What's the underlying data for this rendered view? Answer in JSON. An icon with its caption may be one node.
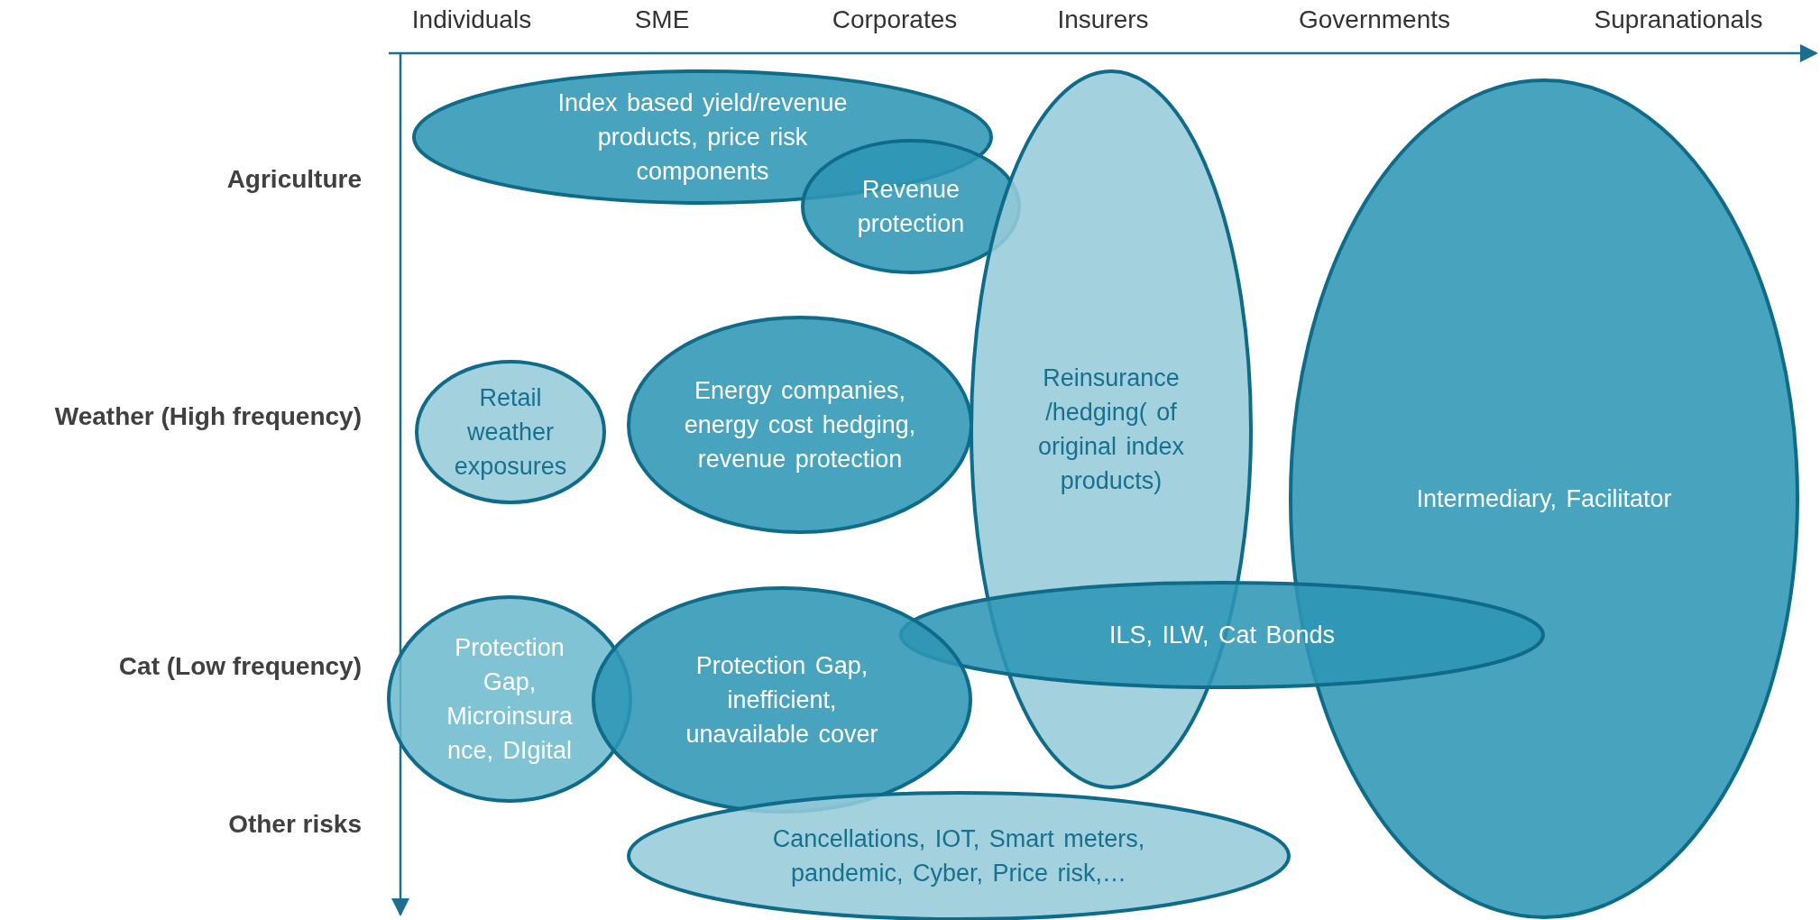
{
  "diagram": {
    "nodes": [
      {
        "text": [
          "Index based yield/revenue products, price risk components"
        ]
      },
      {
        "text": [
          "Revenue protection"
        ]
      },
      {
        "text": [
          "Reinsurance /hedging( of original index products)"
        ]
      },
      {
        "text": [
          "Intermediary, Facilitator"
        ]
      },
      {
        "text": [
          "Retail weather exposures"
        ]
      },
      {
        "text": [
          "Energy companies, energy cost hedging, revenue protection"
        ]
      },
      {
        "text": [
          "ILS, ILW, Cat Bonds"
        ]
      },
      {
        "text": [
          "Protection Gap, Microinsurance, DIgital"
        ]
      },
      {
        "text": [
          "Protection Gap, inefficient, unavailable cover"
        ]
      },
      {
        "text": [
          "Cancellations, IOT, Smart meters, pandemic, Cyber, Price risk,…"
        ]
      }
    ],
    "edges": [],
    "labels": [
      "Individuals",
      "SME",
      "Corporates",
      "Insurers",
      "Governments",
      "Supranationals",
      "Agriculture",
      "Weather (High frequency)",
      "Cat (Low frequency)",
      "Other risks"
    ]
  }
}
